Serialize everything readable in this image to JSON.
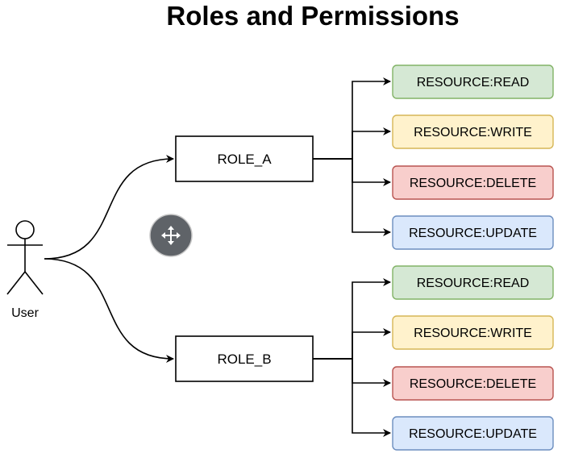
{
  "title": "Roles and Permissions",
  "actor": {
    "label": "User"
  },
  "roles": [
    {
      "label": "ROLE_A",
      "permissions": [
        {
          "label": "RESOURCE:READ",
          "kind": "read"
        },
        {
          "label": "RESOURCE:WRITE",
          "kind": "write"
        },
        {
          "label": "RESOURCE:DELETE",
          "kind": "delete"
        },
        {
          "label": "RESOURCE:UPDATE",
          "kind": "update"
        }
      ]
    },
    {
      "label": "ROLE_B",
      "permissions": [
        {
          "label": "RESOURCE:READ",
          "kind": "read"
        },
        {
          "label": "RESOURCE:WRITE",
          "kind": "write"
        },
        {
          "label": "RESOURCE:DELETE",
          "kind": "delete"
        },
        {
          "label": "RESOURCE:UPDATE",
          "kind": "update"
        }
      ]
    }
  ],
  "colors": {
    "read": {
      "fill": "#d5e8d4",
      "stroke": "#82b366"
    },
    "write": {
      "fill": "#fff2cc",
      "stroke": "#d6b656"
    },
    "delete": {
      "fill": "#f8cecc",
      "stroke": "#b85450"
    },
    "update": {
      "fill": "#dae8fc",
      "stroke": "#6c8ebf"
    },
    "role": {
      "fill": "#ffffff",
      "stroke": "#000000"
    },
    "move_handle": "#5f6368"
  },
  "icons": {
    "move_handle": "move-icon"
  }
}
